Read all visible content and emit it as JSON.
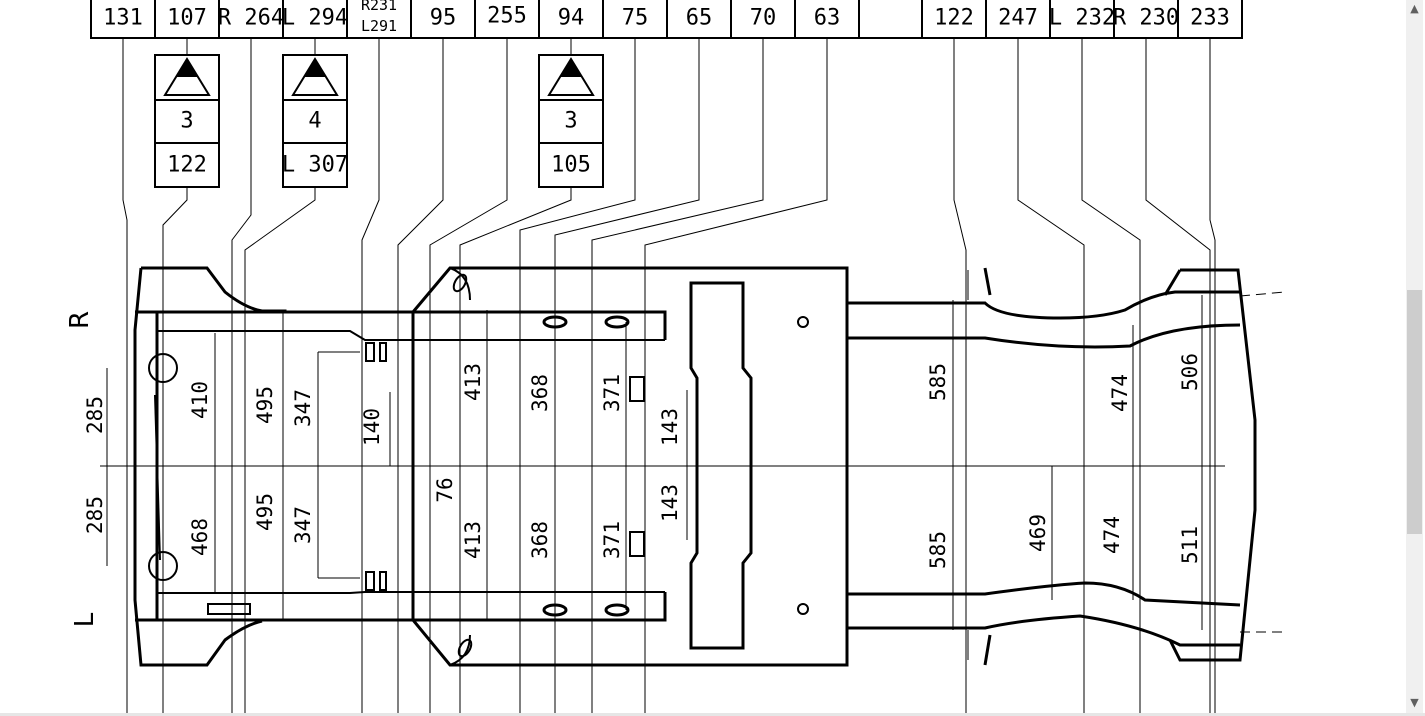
{
  "header_cells": [
    "131",
    "107",
    "R 264",
    "L 294",
    "R231",
    "L291",
    "95",
    "255",
    "94",
    "75",
    "65",
    "70",
    "63",
    "",
    "122",
    "247",
    "L 232",
    "R 230",
    "233"
  ],
  "callouts": [
    {
      "icon": "triangle-marker-icon",
      "count": "3",
      "value": "122"
    },
    {
      "icon": "triangle-marker-icon",
      "count": "4",
      "value": "L 307"
    },
    {
      "icon": "triangle-marker-icon",
      "count": "3",
      "value": "105"
    }
  ],
  "side_labels": {
    "right": "R",
    "left": "L"
  },
  "dimensions": {
    "front_hole_upper": "285",
    "front_hole_lower": "285",
    "front_upper": "410",
    "front_lower": "468",
    "rail_upper": "495",
    "rail_lower": "495",
    "mount_upper": "347",
    "mount_lower": "347",
    "offset_140": "140",
    "offset_76": "76",
    "mid_upper": "413",
    "mid_lower": "413",
    "hole1_upper": "368",
    "hole1_lower": "368",
    "hole2_upper": "371",
    "hole2_lower": "371",
    "center_upper": "143",
    "center_lower": "143",
    "rear_upper": "585",
    "rear_lower": "585",
    "rear_469": "469",
    "kick_upper": "474",
    "kick_lower": "474",
    "tail_upper": "506",
    "tail_lower": "511"
  },
  "scrollbar": {
    "up_icon": "chevron-up-icon",
    "down_icon": "chevron-down-icon",
    "thumb_position_fraction": 0.41
  }
}
